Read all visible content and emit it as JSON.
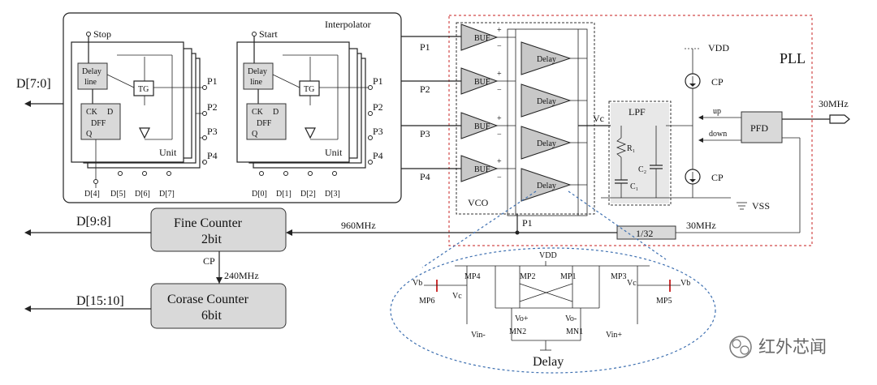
{
  "interpolator": {
    "title": "Interpolator",
    "stop_label": "Stop",
    "start_label": "Start",
    "delay_line": [
      "Delay",
      "line"
    ],
    "dff_label": "DFF",
    "ck": "CK",
    "d": "D",
    "q": "Q",
    "tg": "TG",
    "unit": "Unit",
    "p_outputs": [
      "P1",
      "P2",
      "P3",
      "P4"
    ],
    "stop_bits": [
      "D[4]",
      "D[5]",
      "D[6]",
      "D[7]"
    ],
    "start_bits": [
      "D[0]",
      "D[1]",
      "D[2]",
      "D[3]"
    ]
  },
  "outputs": {
    "d7_0": "D[7:0]",
    "d9_8": "D[9:8]",
    "d15_10": "D[15:10]"
  },
  "vco": {
    "label": "VCO",
    "buf": "BUF",
    "delay": "Delay",
    "inputs": [
      "P1",
      "P2",
      "P3",
      "P4"
    ],
    "vc": "Vc",
    "p1": "P1"
  },
  "pll": {
    "label": "PLL",
    "vdd": "VDD",
    "vss": "VSS",
    "cp": "CP",
    "up": "up",
    "down": "down",
    "pfd": "PFD",
    "ref": "30MHz",
    "lpf": "LPF",
    "r1": "R₁",
    "c1": "C₁",
    "c2": "C₂",
    "divider": "1/32",
    "div_out": "30MHz"
  },
  "counters": {
    "fine": [
      "Fine Counter",
      "2bit"
    ],
    "coarse": [
      "Corase Counter",
      "6bit"
    ],
    "cp": "CP",
    "f960": "960MHz",
    "f240": "240MHz"
  },
  "delay_detail": {
    "title": "Delay",
    "vdd": "VDD",
    "transistors": [
      "MP4",
      "MP2",
      "MP1",
      "MP3",
      "MP6",
      "MP5",
      "MN2",
      "MN1"
    ],
    "vb_left": "Vb",
    "vb_right": "Vb",
    "vc_left": "Vc",
    "vc_right": "Vc",
    "vo_plus": "Vo+",
    "vo_minus": "Vo-",
    "vin_minus": "Vin-",
    "vin_plus": "Vin+"
  },
  "watermark": "红外芯闻",
  "plus": "+",
  "minus": "−"
}
